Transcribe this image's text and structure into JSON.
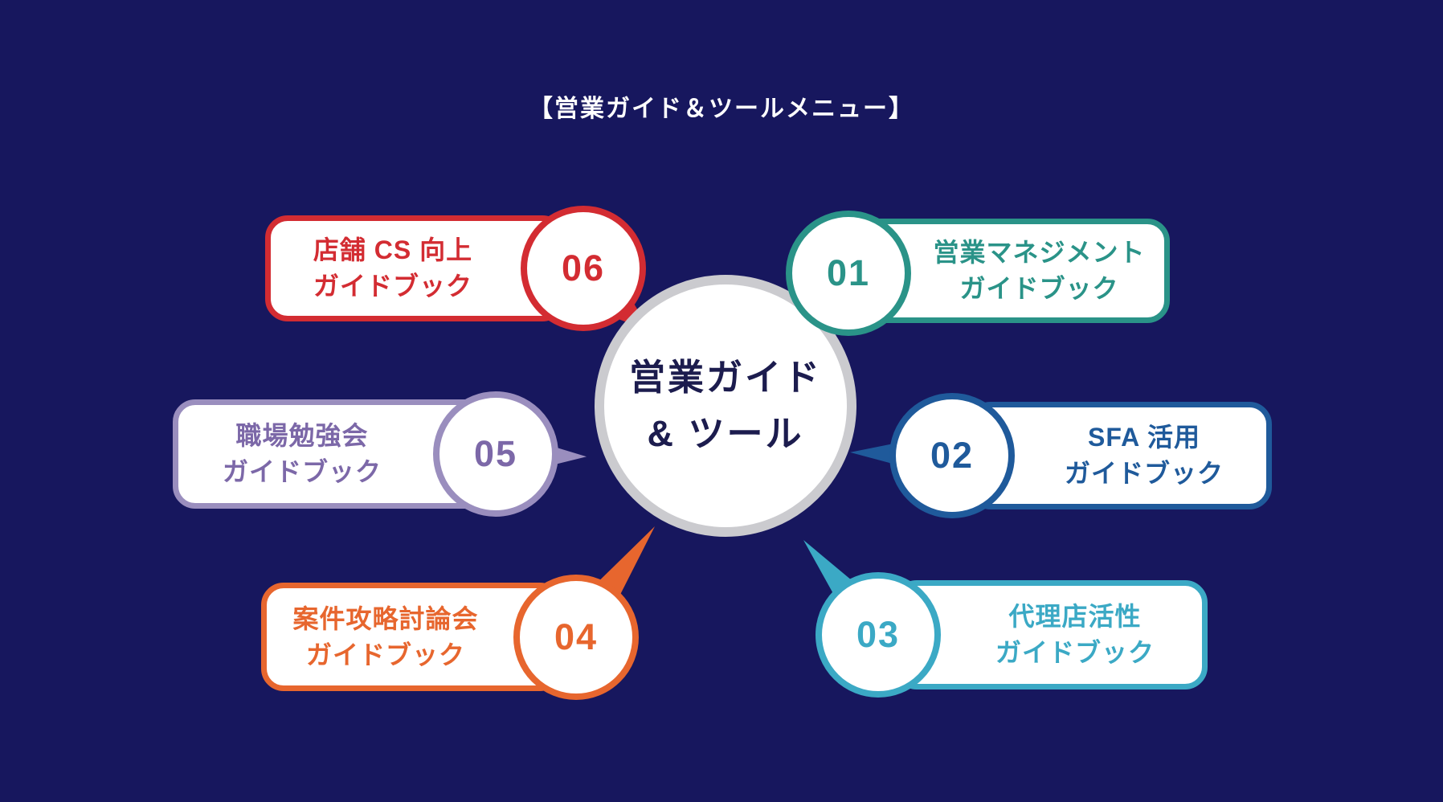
{
  "page": {
    "background_color": "#17175e",
    "title": "【営業ガイド＆ツールメニュー】",
    "title_color": "#ffffff"
  },
  "center": {
    "label": "営業ガイド\n& ツール",
    "text_color": "#1c1c4e",
    "ring_color": "#cbcbcf",
    "fill_color": "#ffffff"
  },
  "items": [
    {
      "number": "01",
      "label": "営業マネジメント\nガイドブック",
      "color": "#2a9388",
      "border_color": "#2a9388"
    },
    {
      "number": "02",
      "label": "SFA 活用\nガイドブック",
      "color": "#1f5a9b",
      "border_color": "#1f5a9b"
    },
    {
      "number": "03",
      "label": "代理店活性\nガイドブック",
      "color": "#3ba9c5",
      "border_color": "#3ba9c5"
    },
    {
      "number": "04",
      "label": "案件攻略討論会\nガイドブック",
      "color": "#e7662e",
      "border_color": "#e7662e"
    },
    {
      "number": "05",
      "label": "職場勉強会\nガイドブック",
      "color": "#7c68a8",
      "border_color": "#9a8ebe"
    },
    {
      "number": "06",
      "label": "店舗 CS 向上\nガイドブック",
      "color": "#d32c32",
      "border_color": "#d32c32"
    }
  ]
}
